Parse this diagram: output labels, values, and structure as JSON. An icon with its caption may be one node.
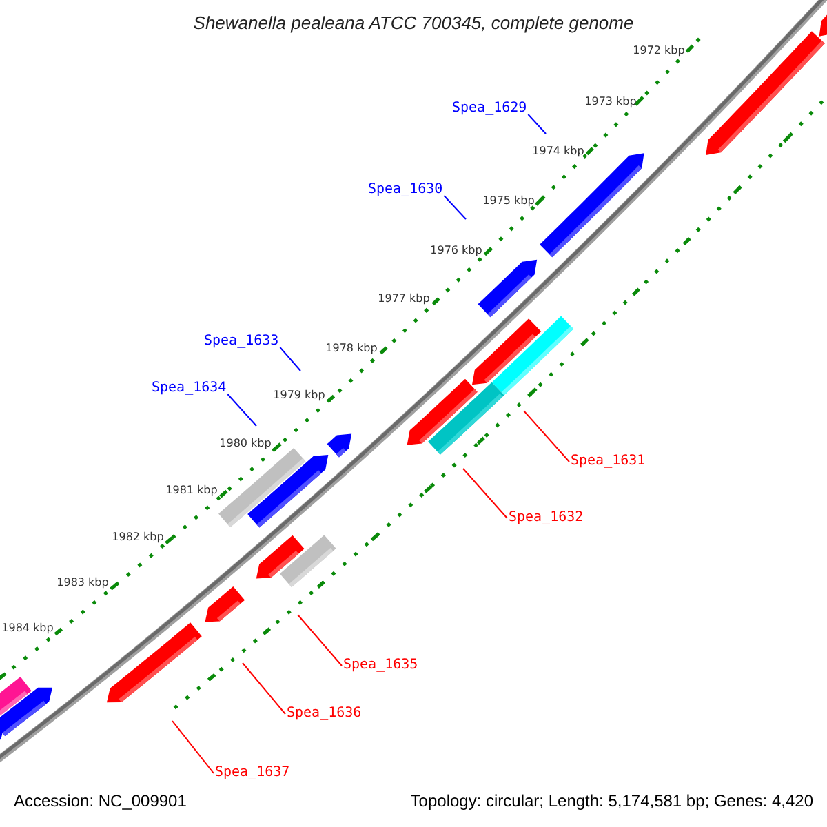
{
  "diagram": {
    "title": "Shewanella pealeana ATCC 700345, complete genome",
    "nodes": [
      {
        "text": [
          "Spea_1629"
        ]
      },
      {
        "text": [
          "Spea_1630"
        ]
      },
      {
        "text": [
          "Spea_1633"
        ]
      },
      {
        "text": [
          "Spea_1634"
        ]
      },
      {
        "text": [
          "Spea_1631"
        ]
      },
      {
        "text": [
          "Spea_1632"
        ]
      },
      {
        "text": [
          "Spea_1635"
        ]
      },
      {
        "text": [
          "Spea_1636"
        ]
      },
      {
        "text": [
          "Spea_1637"
        ]
      }
    ],
    "edges": [
      {
        "from": 0,
        "to": null,
        "arrow": "none",
        "color": "#0000ff"
      },
      {
        "from": 1,
        "to": null,
        "arrow": "none",
        "color": "#0000ff"
      },
      {
        "from": 2,
        "to": null,
        "arrow": "none",
        "color": "#0000ff"
      },
      {
        "from": 3,
        "to": null,
        "arrow": "none",
        "color": "#0000ff"
      },
      {
        "from": 4,
        "to": null,
        "arrow": "none"
      },
      {
        "from": 5,
        "to": null,
        "arrow": "none"
      },
      {
        "from": 6,
        "to": null,
        "arrow": "none"
      },
      {
        "from": 7,
        "to": null,
        "arrow": "none"
      },
      {
        "from": 8,
        "to": null,
        "arrow": "none"
      }
    ],
    "labels": [
      "1972 kbp",
      "1973 kbp",
      "1974 kbp",
      "1975 kbp",
      "1976 kbp",
      "1977 kbp",
      "1978 kbp",
      "1979 kbp",
      "1980 kbp",
      "1981 kbp",
      "1982 kbp",
      "1983 kbp",
      "1984 kbp",
      "Accession: NC_009901",
      "Topology: circular; Length: 5,174,581 bp; Genes: 4,420"
    ]
  }
}
